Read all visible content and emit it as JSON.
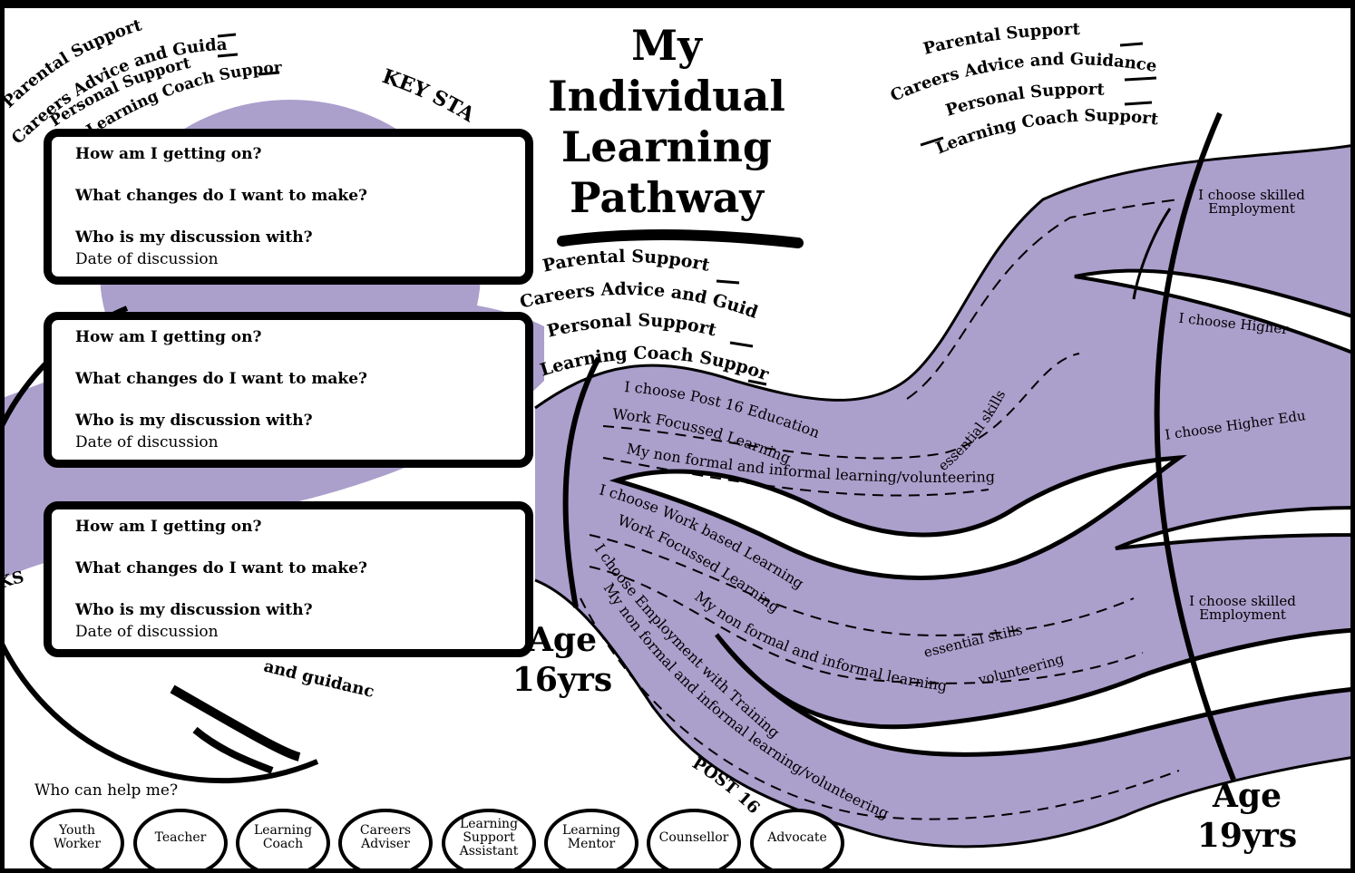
{
  "title_lines": [
    "My",
    "Individual",
    "Learning",
    "Pathway"
  ],
  "support_labels": [
    "Parental Support",
    "Careers Advice and Guidance",
    "Personal Support",
    "Learning Coach Support"
  ],
  "partial_labels": {
    "key_stage": "KEY STAGE",
    "ks_left": "KS",
    "guidance_fragment": "and guidance",
    "post16": "POST 16"
  },
  "panels": [
    {
      "q1": "How am I getting on?",
      "q2": "What changes do I want to make?",
      "q3": "Who is my discussion with?",
      "date": "Date of discussion"
    },
    {
      "q1": "How am I getting on?",
      "q2": "What changes do I want to make?",
      "q3": "Who is my discussion with?",
      "date": "Date of discussion"
    },
    {
      "q1": "How am I getting on?",
      "q2": "What changes do I want to make?",
      "q3": "Who is my discussion with?",
      "date": "Date of discussion"
    }
  ],
  "ages": {
    "age16": [
      "Age",
      "16yrs"
    ],
    "age19": [
      "Age",
      "19yrs"
    ]
  },
  "pathway_labels": {
    "upper_choice": "I choose Post 16 Education",
    "upper_work": "Work Focussed Learning",
    "upper_nonformal": "My non formal and informal learning/volunteering",
    "upper_skills": "essential skills",
    "middle_choice": "I choose Work based Learning",
    "middle_work": "Work Focussed Learning",
    "middle_nonformal": "My non formal and informal learning",
    "middle_volunteering": "volunteering",
    "middle_skills": "essential skills",
    "lower_choice": "I choose Employment with Training",
    "lower_nonformal": "My non formal and informal learning/volunteering"
  },
  "choices": {
    "skilled_top": [
      "I choose skilled",
      "Employment"
    ],
    "higher": [
      "I choose Higher"
    ],
    "higher_edu": [
      "I choose Higher Edu"
    ],
    "skilled_bottom": [
      "I choose skilled",
      "Employment"
    ]
  },
  "helpers": {
    "label": "Who can help me?",
    "items": [
      [
        "Youth",
        "Worker"
      ],
      [
        "Teacher"
      ],
      [
        "Learning",
        "Coach"
      ],
      [
        "Careers",
        "Adviser"
      ],
      [
        "Learning",
        "Support",
        "Assistant"
      ],
      [
        "Learning",
        "Mentor"
      ],
      [
        "Counsellor"
      ],
      [
        "Advocate"
      ]
    ]
  },
  "colors": {
    "lavender": "#ab9fcc",
    "ink": "#000000",
    "paper": "#ffffff"
  }
}
